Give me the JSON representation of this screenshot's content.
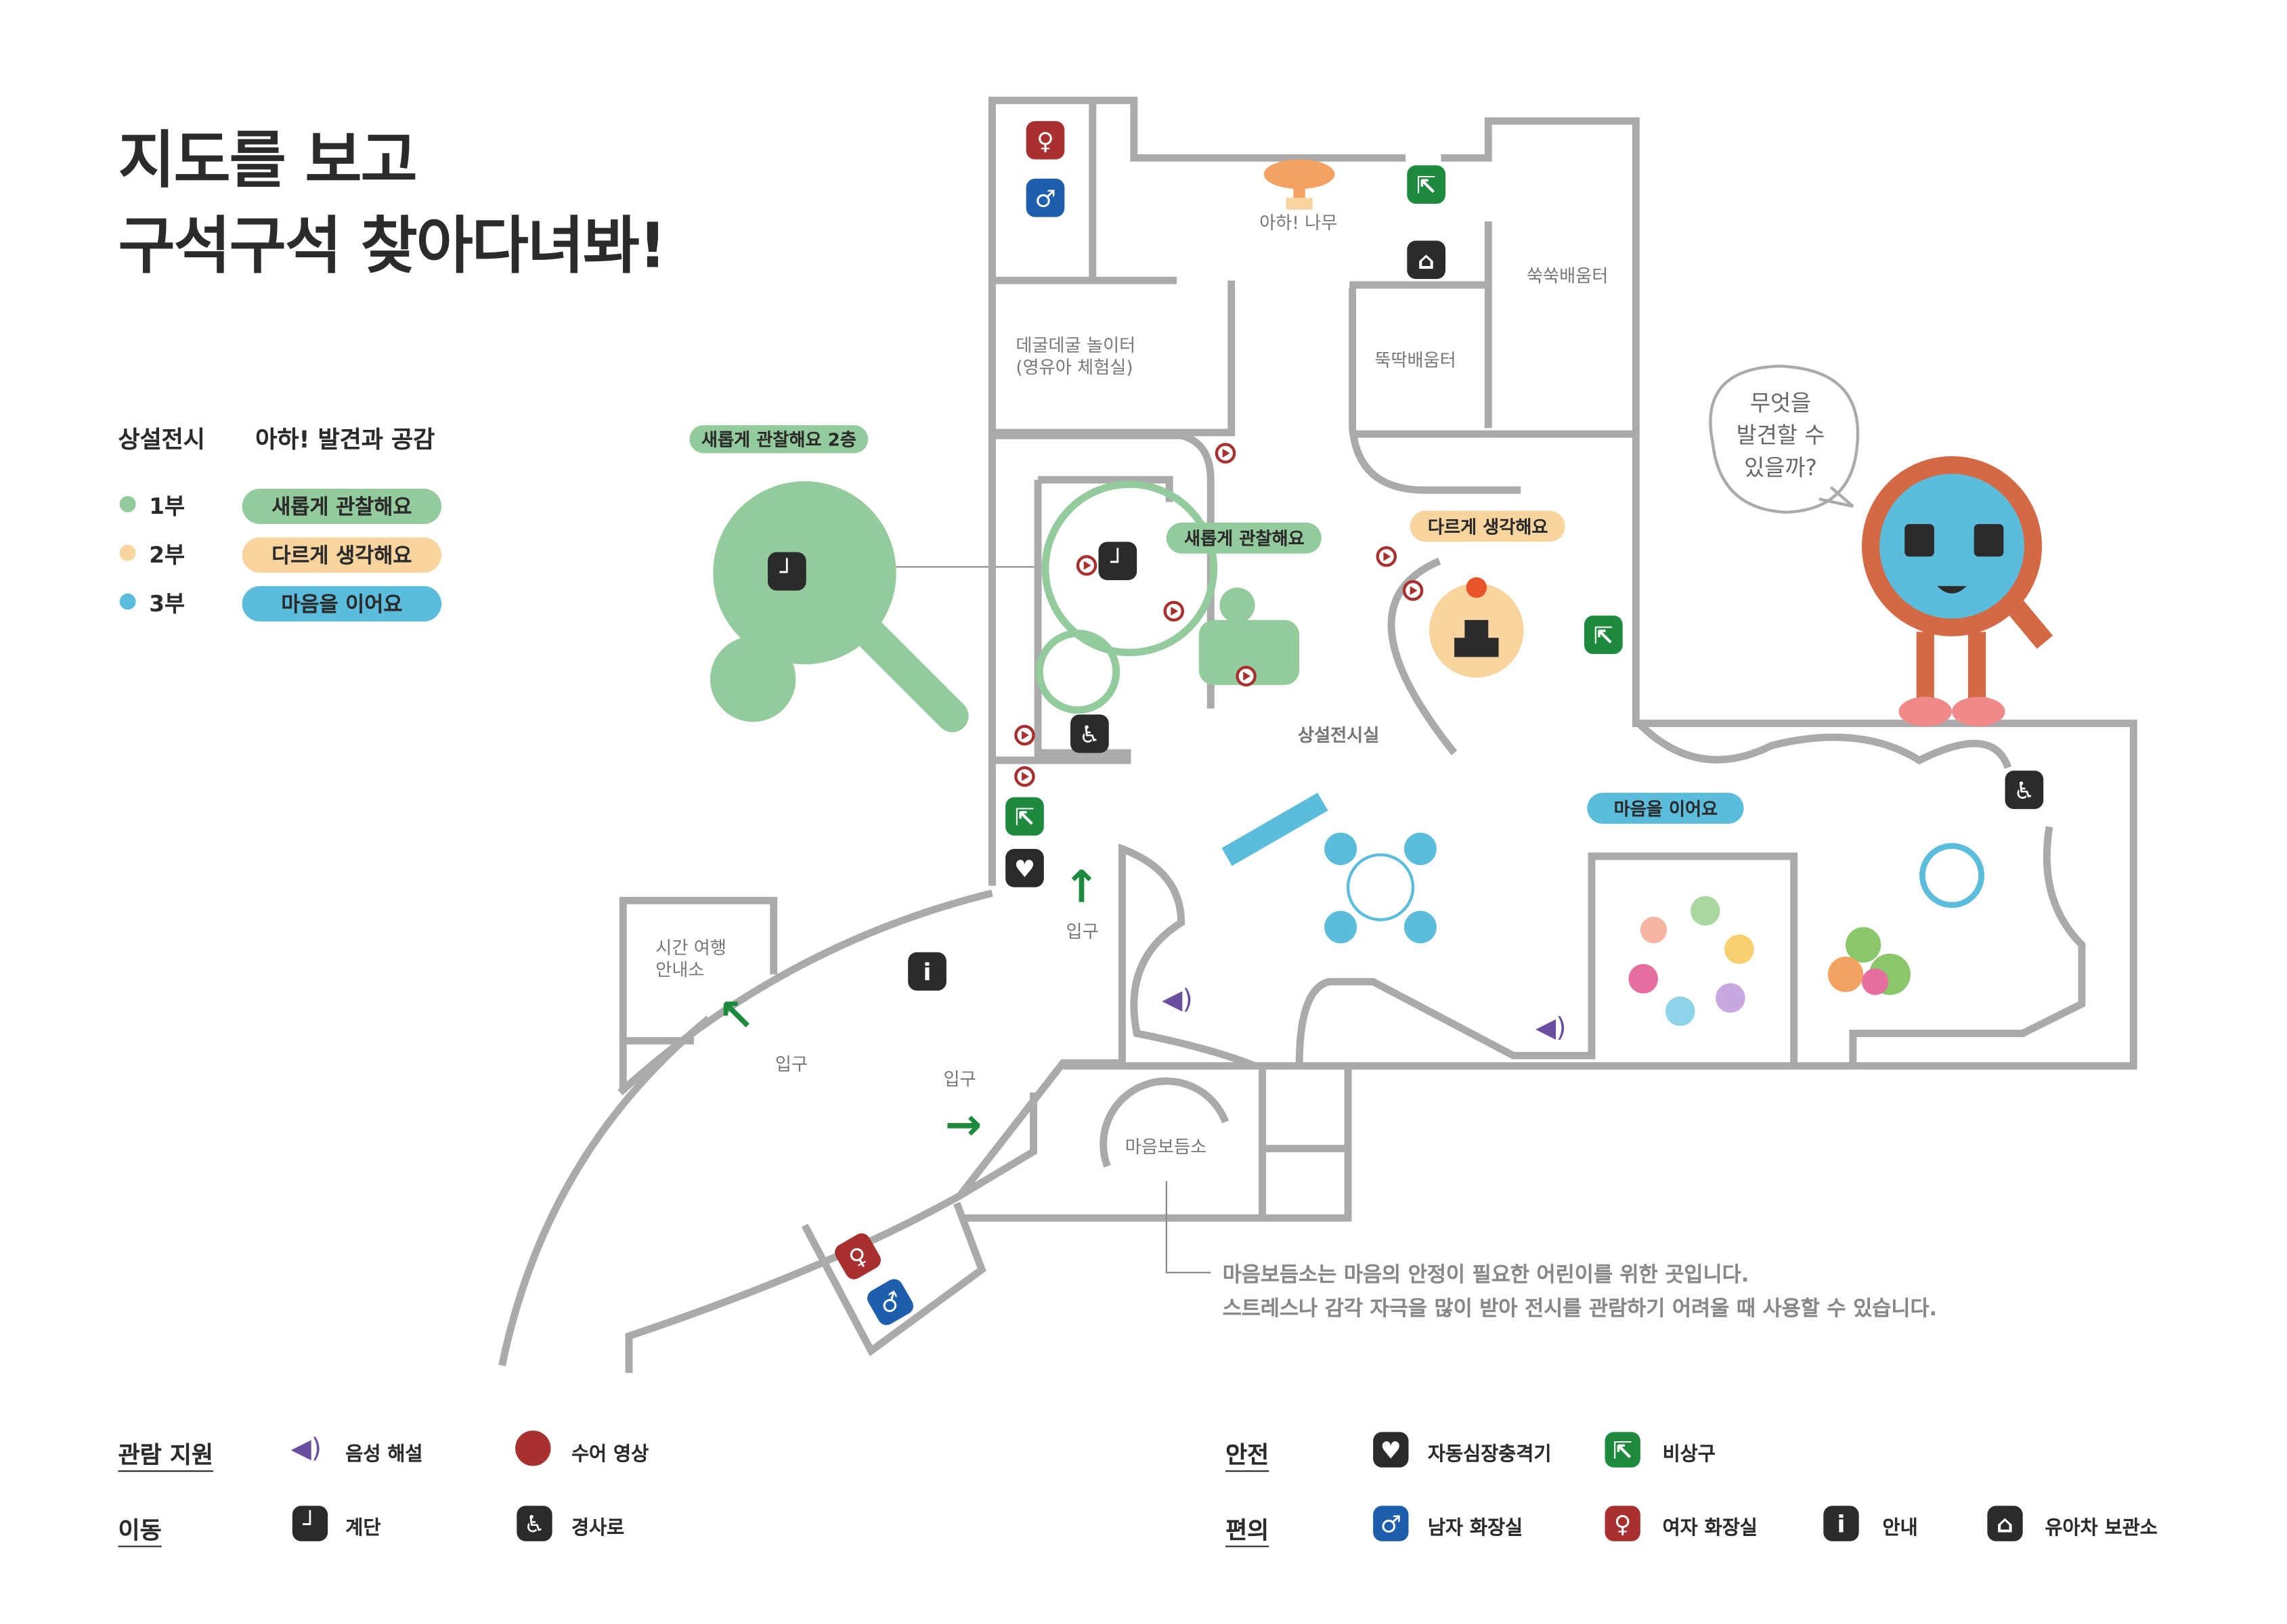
{
  "title": {
    "line1": "지도를 보고",
    "line2": "구석구석 찾아다녀봐!"
  },
  "exhibit": {
    "heading": "상설전시",
    "subtitle": "아하! 발견과 공감",
    "parts": [
      {
        "num": "1부",
        "name": "새롭게 관찰해요",
        "color": "#93cb9c"
      },
      {
        "num": "2부",
        "name": "다르게 생각해요",
        "color": "#f8d59f"
      },
      {
        "num": "3부",
        "name": "마음을 이어요",
        "color": "#5bbcdc"
      }
    ]
  },
  "map": {
    "floor2_label": "새롭게 관찰해요  2층",
    "tree": "아하! 나무",
    "rooms": {
      "ssukssuk": "쑥쑥배움터",
      "degul_1": "데굴데굴 놀이터",
      "degul_2": "(영유아 체험실)",
      "ttukttak": "뚝딱배움터",
      "main_hall": "상설전시실",
      "time_travel_1": "시간 여행",
      "time_travel_2": "안내소",
      "comfort_room": "마음보듬소"
    },
    "zones": {
      "observe": "새롭게 관찰해요",
      "think": "다르게 생각해요",
      "connect": "마음을 이어요"
    },
    "entrance": "입구",
    "speech": {
      "l1": "무엇을",
      "l2": "발견할 수",
      "l3": "있을까?"
    },
    "note": {
      "l1": "마음보듬소는 마음의 안정이 필요한 어린이를 위한 곳입니다.",
      "l2": "스트레스나 감각 자극을 많이 받아 전시를 관람하기 어려울 때 사용할 수 있습니다."
    }
  },
  "legend": {
    "support": {
      "title": "관람 지원",
      "items": [
        {
          "icon": "speaker-icon",
          "label": "음성 해설"
        },
        {
          "icon": "play-icon",
          "label": "수어 영상"
        }
      ]
    },
    "move": {
      "title": "이동",
      "items": [
        {
          "icon": "stairs-icon",
          "label": "계단"
        },
        {
          "icon": "wheelchair-icon",
          "label": "경사로"
        }
      ]
    },
    "safety": {
      "title": "안전",
      "items": [
        {
          "icon": "aed-icon",
          "label": "자동심장충격기"
        },
        {
          "icon": "exit-icon",
          "label": "비상구"
        }
      ]
    },
    "convenience": {
      "title": "편의",
      "items": [
        {
          "icon": "male-restroom-icon",
          "label": "남자 화장실"
        },
        {
          "icon": "female-restroom-icon",
          "label": "여자 화장실"
        },
        {
          "icon": "info-icon",
          "label": "안내"
        },
        {
          "icon": "stroller-icon",
          "label": "유아차 보관소"
        }
      ]
    }
  },
  "colors": {
    "wall": "#aaaaaa",
    "green": "#93cb9c",
    "orange": "#f8d59f",
    "blue": "#5bbcdc",
    "character_ring": "#d46a45"
  }
}
